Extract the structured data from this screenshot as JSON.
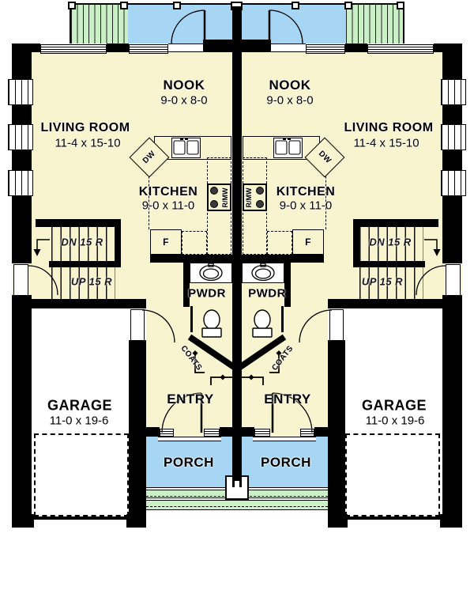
{
  "colors": {
    "floor": "#F8F4D0",
    "deck_blue": "#A6D6F4",
    "stair_green": "#CBEFC6",
    "wall": "#000000",
    "garage_floor": "#FFFFFF"
  },
  "left_unit": {
    "nook": {
      "label": "NOOK",
      "dims": "9-0 x 8-0"
    },
    "living": {
      "label": "LIVING ROOM",
      "dims": "11-4 x 15-10"
    },
    "kitchen": {
      "label": "KITCHEN",
      "dims": "9-0 x 11-0"
    },
    "appliances": {
      "dishwasher": "DW",
      "range_microwave": "R/MW",
      "fridge": "F"
    },
    "stairs": {
      "down": "DN 15 R",
      "up": "UP 15 R"
    },
    "powder": {
      "label": "PWDR"
    },
    "coats": {
      "label": "COATS"
    },
    "entry": {
      "label": "ENTRY"
    },
    "garage": {
      "label": "GARAGE",
      "dims": "11-0 x 19-6"
    },
    "porch": {
      "label": "PORCH"
    }
  },
  "right_unit": {
    "nook": {
      "label": "NOOK",
      "dims": "9-0 x 8-0"
    },
    "living": {
      "label": "LIVING ROOM",
      "dims": "11-4 x 15-10"
    },
    "kitchen": {
      "label": "KITCHEN",
      "dims": "9-0 x 11-0"
    },
    "appliances": {
      "dishwasher": "DW",
      "range_microwave": "R/MW",
      "fridge": "F"
    },
    "stairs": {
      "down": "DN 15 R",
      "up": "UP 15 R"
    },
    "powder": {
      "label": "PWDR"
    },
    "coats": {
      "label": "COATS"
    },
    "entry": {
      "label": "ENTRY"
    },
    "garage": {
      "label": "GARAGE",
      "dims": "11-0 x 19-6"
    },
    "porch": {
      "label": "PORCH"
    }
  }
}
